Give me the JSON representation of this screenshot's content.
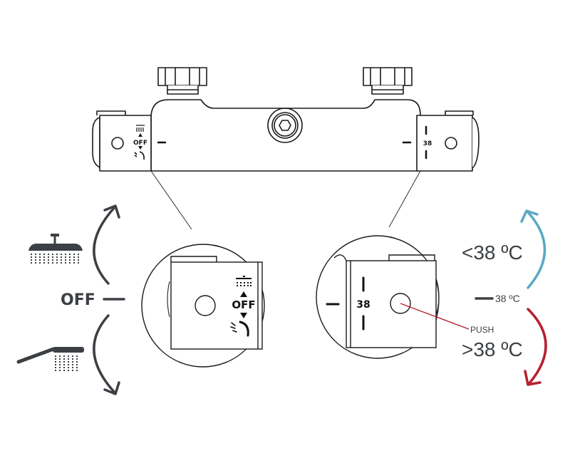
{
  "colors": {
    "line": "#1a1a1a",
    "mid_gray": "#3c4045",
    "cold_arrow": "#5aa9c4",
    "hot_arrow": "#b7202e",
    "push_line": "#b7202e"
  },
  "left_knob": {
    "label": "OFF",
    "icons": [
      "rain-shower-icon",
      "up-triangle-icon",
      "down-triangle-icon",
      "hand-shower-icon"
    ]
  },
  "right_knob": {
    "temp_label": "38",
    "push_label": "PUSH"
  },
  "left_side": {
    "off_label": "OFF",
    "icons": [
      "overhead-shower-icon",
      "hand-shower-icon"
    ]
  },
  "right_side": {
    "colder_label": "<38 ºC",
    "hotter_label": ">38 ºC",
    "limit_label": "38 ºC"
  }
}
